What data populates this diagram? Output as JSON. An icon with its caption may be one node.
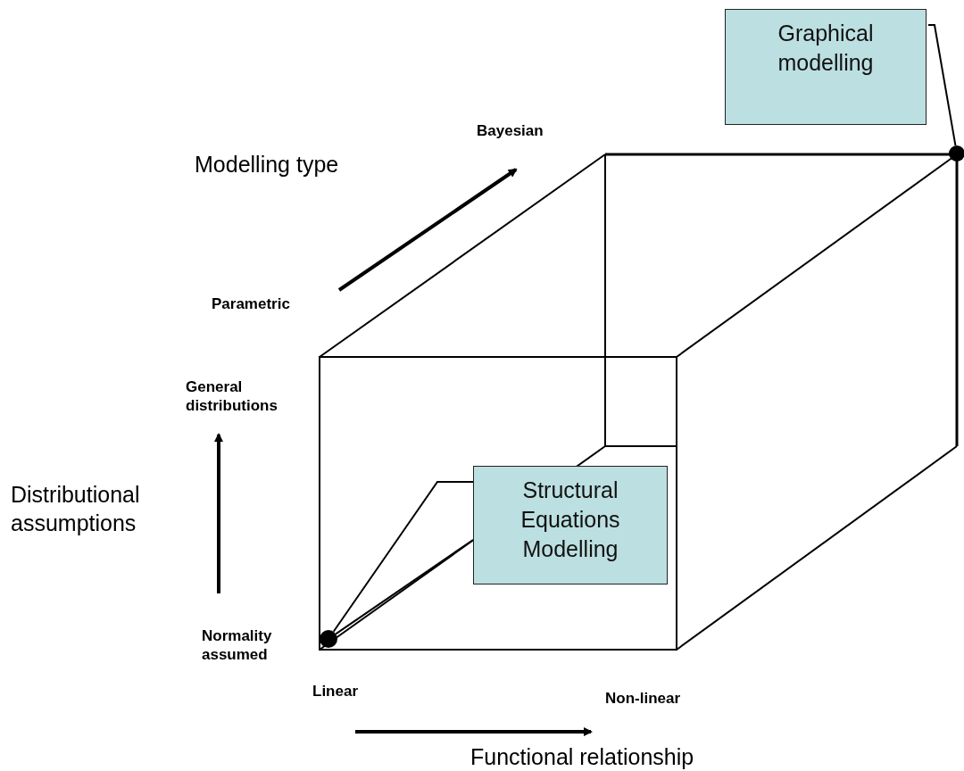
{
  "diagram": {
    "nodes": [
      {
        "text": [
          "Graphical modelling"
        ]
      },
      {
        "text": [
          "Structural Equations Modelling"
        ]
      },
      {
        "text": [],
        "shape": "circle"
      },
      {
        "text": [],
        "shape": "circle"
      }
    ],
    "edges": [
      {
        "from": 0,
        "to": 2,
        "arrow": "none"
      },
      {
        "from": 1,
        "to": 3,
        "arrow": "none"
      },
      {
        "from": 1,
        "to": 3,
        "arrow": "none"
      }
    ],
    "labels": [
      "Bayesian",
      "Modelling type",
      "Parametric",
      "General distributions",
      "Distributional assumptions",
      "Normality assumed",
      "Linear",
      "Non-linear",
      "Functional relationship"
    ]
  }
}
